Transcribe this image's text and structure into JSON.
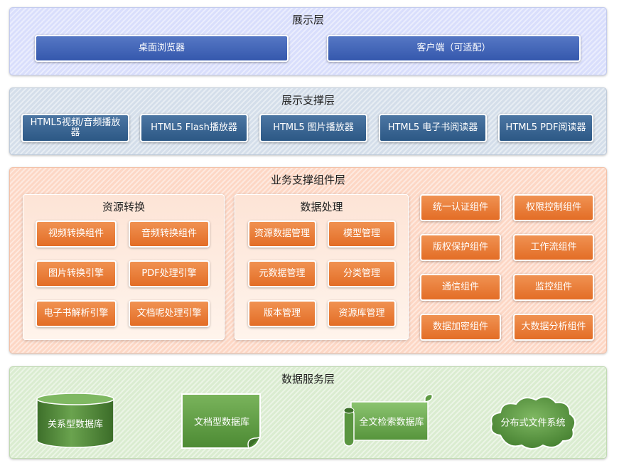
{
  "presentation_layer": {
    "title": "展示层",
    "items": [
      "桌面浏览器",
      "客户端（可适配）"
    ]
  },
  "presentation_support_layer": {
    "title": "展示支撑层",
    "items": [
      "HTML5视频/音频播放\n器",
      "HTML5 Flash播放器",
      "HTML5 图片播放器",
      "HTML5 电子书阅读器",
      "HTML5 PDF阅读器"
    ]
  },
  "business_support_layer": {
    "title": "业务支撑组件层",
    "resource_conversion": {
      "title": "资源转换",
      "items": [
        "视频转换组件",
        "音频转换组件",
        "图片转换引擎",
        "PDF处理引擎",
        "电子书解析引擎",
        "文档呢处理引擎"
      ]
    },
    "data_processing": {
      "title": "数据处理",
      "items": [
        "资源数据管理",
        "模型管理",
        "元数据管理",
        "分类管理",
        "版本管理",
        "资源库管理"
      ]
    },
    "components": [
      "统一认证组件",
      "权限控制组件",
      "版权保护组件",
      "工作流组件",
      "通信组件",
      "监控组件",
      "数据加密组件",
      "大数据分析组件"
    ]
  },
  "data_service_layer": {
    "title": "数据服务层",
    "items": [
      {
        "label": "关系型数据库",
        "icon": "database-cylinder-icon"
      },
      {
        "label": "文档型数据库",
        "icon": "document-icon"
      },
      {
        "label": "全文检索数据库",
        "icon": "scroll-icon"
      },
      {
        "label": "分布式文件系统",
        "icon": "cloud-icon"
      }
    ]
  },
  "colors": {
    "presentation": "#3558ad",
    "support": "#2c5885",
    "business": "#e36d26",
    "data": "#4f8a36"
  }
}
